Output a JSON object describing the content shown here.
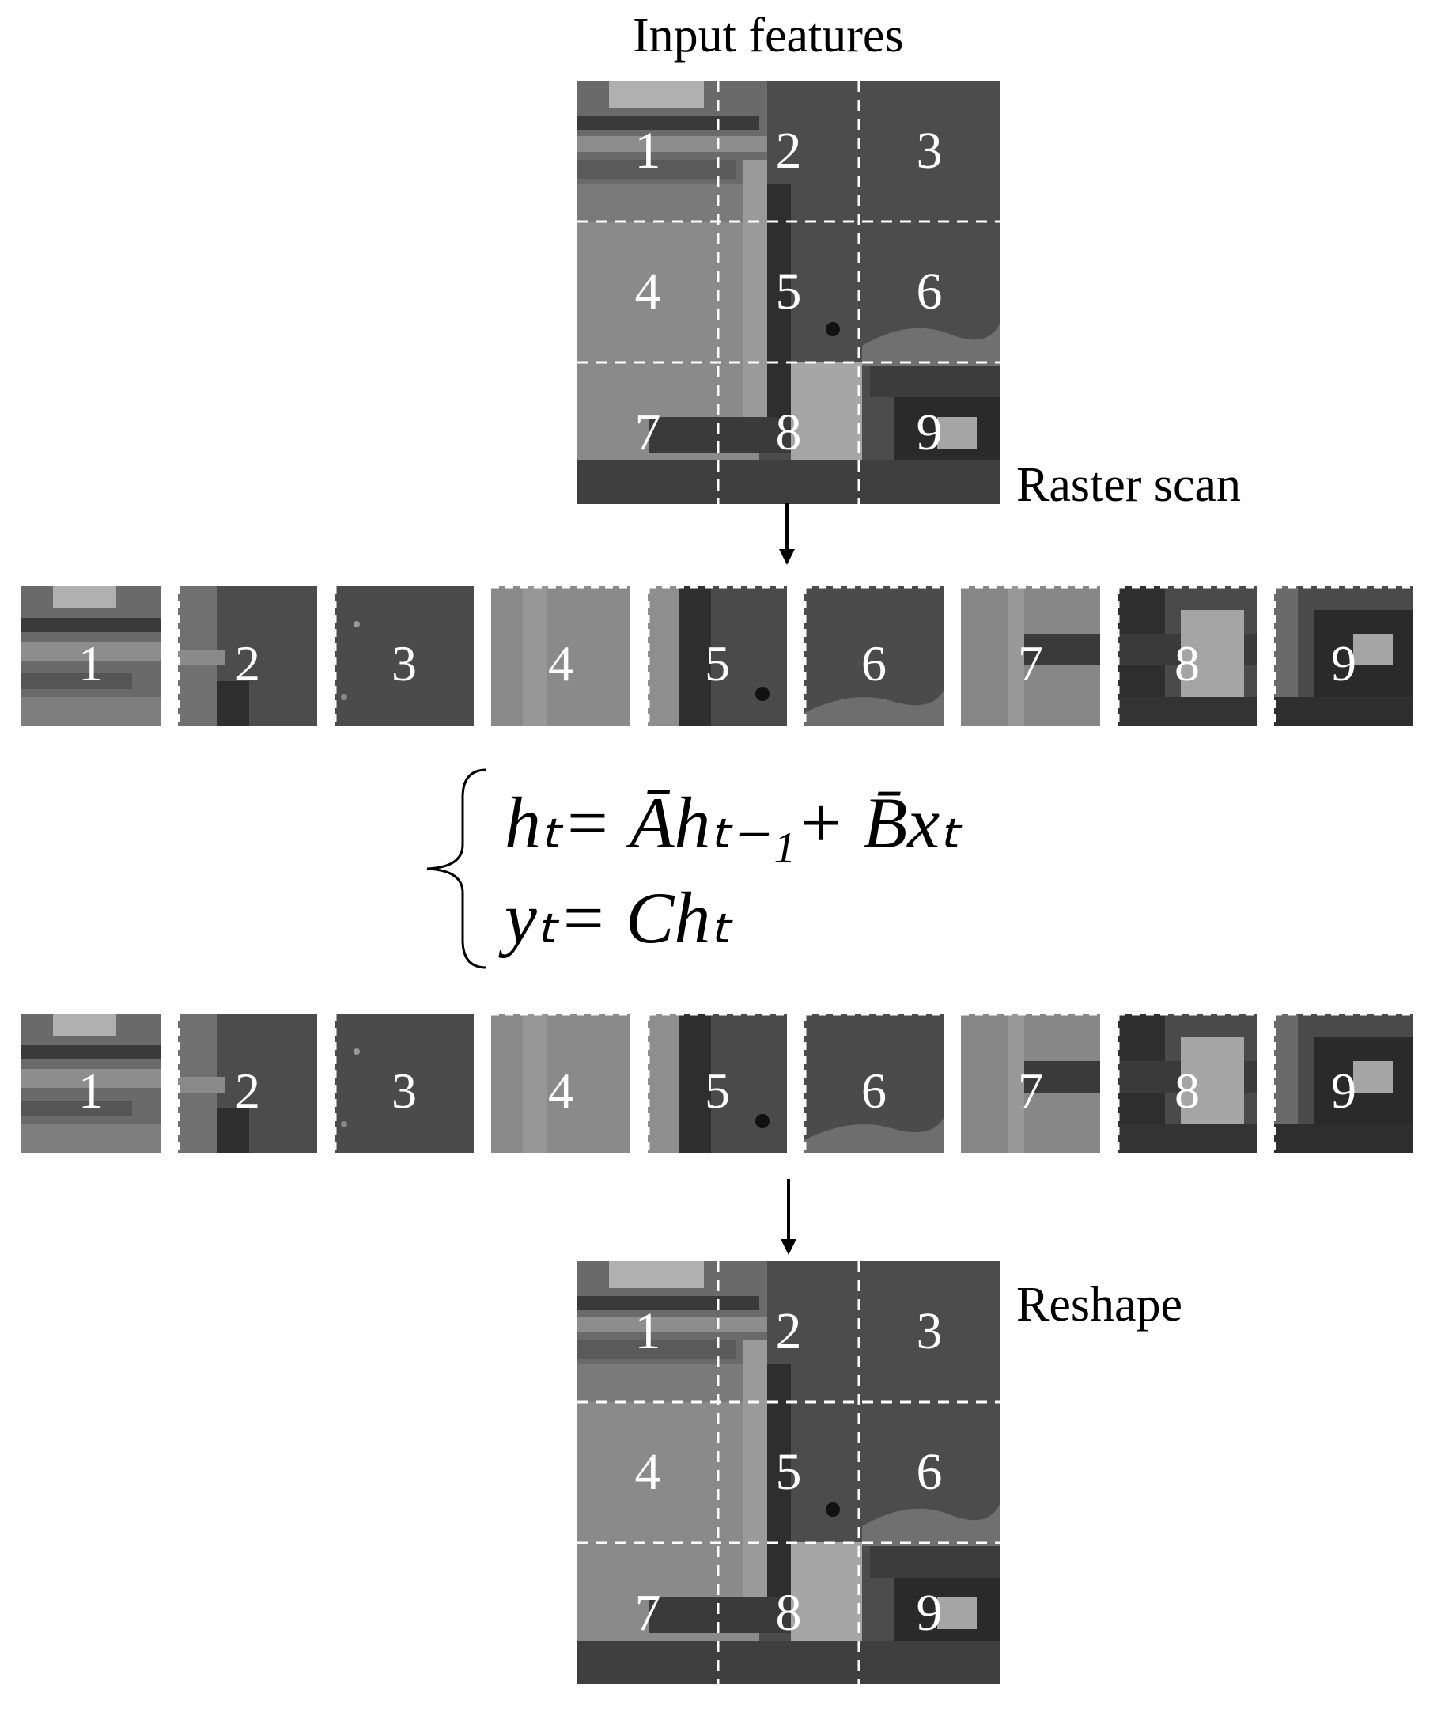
{
  "labels": {
    "input_features": "Input features",
    "raster_scan": "Raster scan",
    "reshape": "Reshape"
  },
  "cells": [
    "1",
    "2",
    "3",
    "4",
    "5",
    "6",
    "7",
    "8",
    "9"
  ],
  "equations": {
    "line1": "hₜ= Āhₜ₋₁+ B̄xₜ",
    "line2": "yₜ= Chₜ"
  },
  "colors": {
    "dark_gray": "#4a4a4a",
    "mid_gray": "#7a7a7a",
    "light_gray": "#9a9a9a",
    "dash_white": "#ffffff"
  }
}
